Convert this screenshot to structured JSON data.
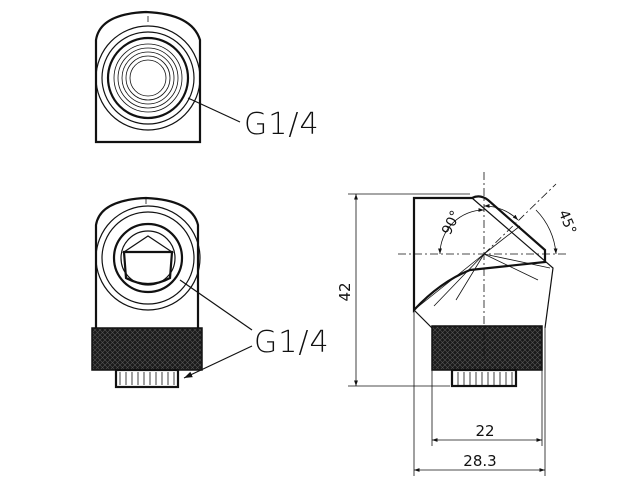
{
  "labels": {
    "thread_top": "G1/4",
    "thread_mid": "G1/4"
  },
  "dimensions": {
    "height": "42",
    "width_inner": "22",
    "width_outer": "28.3"
  },
  "angles": {
    "angle_a": "90°",
    "angle_b": "45°"
  }
}
